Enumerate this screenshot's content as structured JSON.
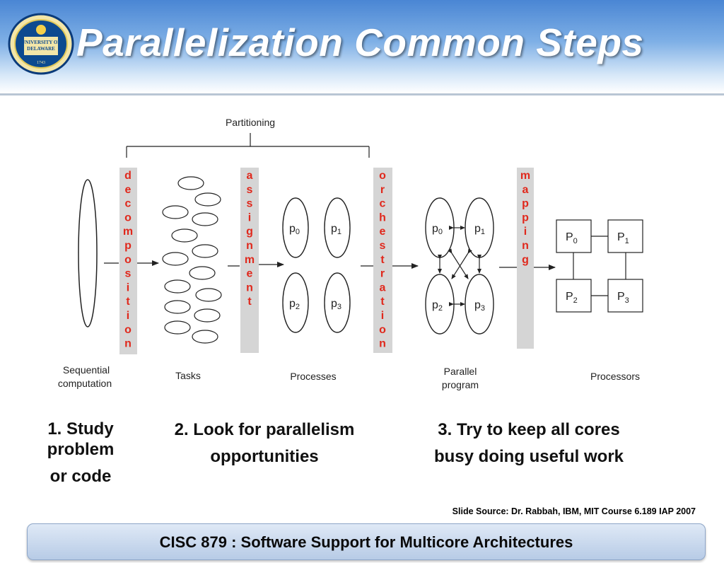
{
  "title": "Parallelization Common Steps",
  "logo": {
    "text_top": "UNIVERSITY OF",
    "text_bottom": "DELAWARE",
    "year": "1743"
  },
  "diagram": {
    "partitioning_label": "Partitioning",
    "bars": {
      "decomposition": [
        "d",
        "e",
        "c",
        "o",
        "m",
        "p",
        "o",
        "s",
        "i",
        "t",
        "i",
        "o",
        "n"
      ],
      "assignment": [
        "a",
        "s",
        "s",
        "i",
        "g",
        "n",
        "m",
        "e",
        "n",
        "t"
      ],
      "orchestration": [
        "o",
        "r",
        "c",
        "h",
        "e",
        "s",
        "t",
        "r",
        "a",
        "t",
        "i",
        "o",
        "n"
      ],
      "mapping": [
        "m",
        "a",
        "p",
        "p",
        "i",
        "n",
        "g"
      ]
    },
    "processes": [
      "p",
      "p",
      "p",
      "p"
    ],
    "process_subs": [
      "0",
      "1",
      "2",
      "3"
    ],
    "processors": [
      "P",
      "P",
      "P",
      "P"
    ],
    "processor_subs": [
      "0",
      "1",
      "2",
      "3"
    ],
    "labels": {
      "sequential_1": "Sequential",
      "sequential_2": "computation",
      "tasks": "Tasks",
      "processes": "Processes",
      "parallel_1": "Parallel",
      "parallel_2": "program",
      "processors": "Processors"
    },
    "colors": {
      "bar": "#d5d5d5",
      "bar_text": "#e0281c",
      "stroke": "#222222"
    }
  },
  "steps": {
    "step1": [
      "1. Study",
      "problem",
      "or code"
    ],
    "step2": [
      "2. Look for parallelism",
      "opportunities"
    ],
    "step3": [
      "3. Try to keep all cores",
      "busy doing useful work"
    ]
  },
  "source": "Slide Source: Dr. Rabbah, IBM, MIT Course 6.189 IAP 2007",
  "footer": "CISC 879 : Software Support for Multicore Architectures"
}
